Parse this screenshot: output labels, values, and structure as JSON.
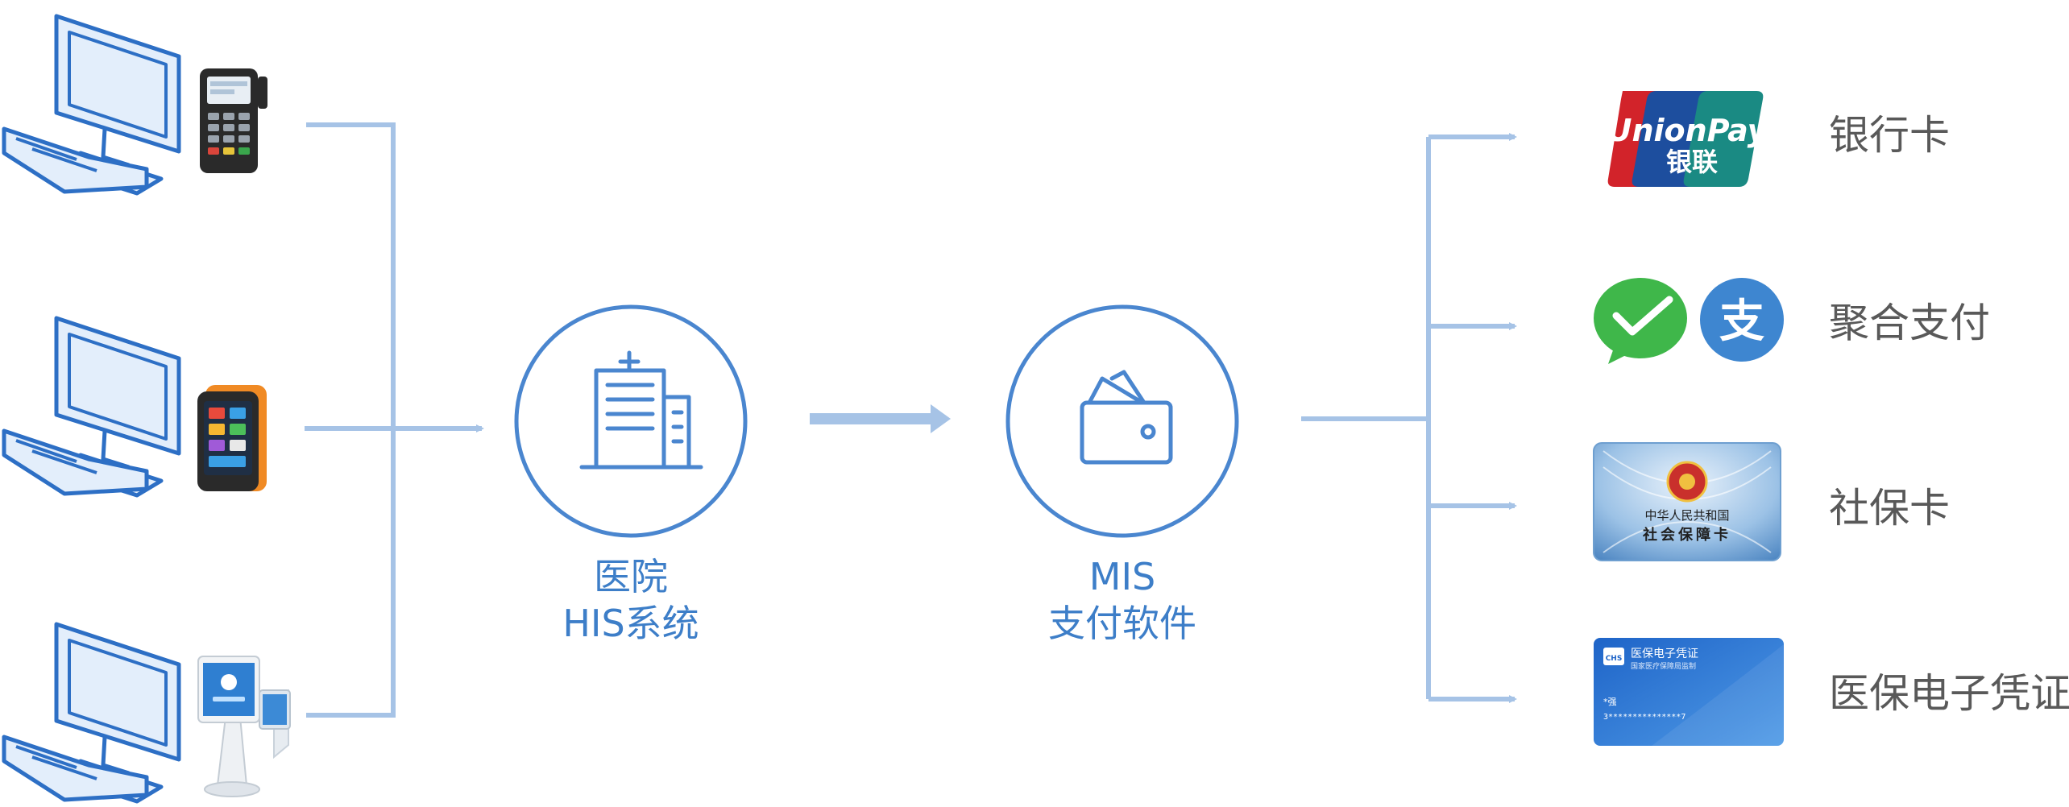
{
  "nodes": {
    "hospital": {
      "line1": "医院",
      "line2": "HIS系统"
    },
    "mis": {
      "line1": "MIS",
      "line2": "支付软件"
    }
  },
  "payment_methods": [
    {
      "label": "银行卡",
      "icon": "unionpay-logo-icon"
    },
    {
      "label": "聚合支付",
      "icon": "wechat-alipay-icon"
    },
    {
      "label": "社保卡",
      "icon": "social-security-card-icon"
    },
    {
      "label": "医保电子凭证",
      "icon": "medical-insurance-ecard-icon"
    }
  ],
  "logos": {
    "unionpay_en": "UnionPay",
    "unionpay_cn": "银联",
    "alipay_glyph": "支"
  },
  "social_card": {
    "issuer": "中华人民共和国",
    "title": "社会保障卡"
  },
  "ecard": {
    "badge": "CHS",
    "title": "医保电子凭证",
    "subtitle": "国家医疗保障局监制",
    "name": "*强",
    "number": "3***************7"
  },
  "colors": {
    "line": "#a6c3e6",
    "accent": "#3d7ec8",
    "label_gray": "#595959",
    "unionpay_red": "#d2232a",
    "unionpay_blue": "#1d4e9e",
    "unionpay_green": "#1a8a83",
    "wechat_green": "#3fb74a",
    "alipay_blue": "#3e86d0"
  }
}
